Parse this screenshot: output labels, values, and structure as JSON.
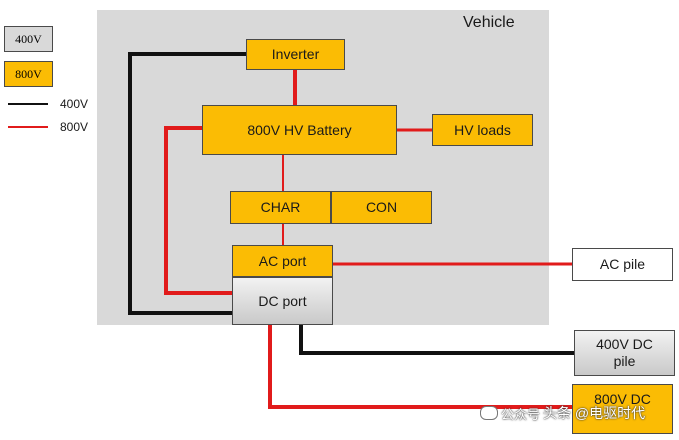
{
  "legend": {
    "box_400v": "400V",
    "box_800v": "800V",
    "line_400v": "400V",
    "line_800v": "800V"
  },
  "vehicle": {
    "label": "Vehicle"
  },
  "blocks": {
    "inverter": "Inverter",
    "battery": "800V HV Battery",
    "hv_loads": "HV loads",
    "char": "CHAR",
    "con": "CON",
    "ac_port": "AC port",
    "dc_port": "DC port"
  },
  "external": {
    "ac_pile": "AC pile",
    "dc_pile_400": "400V DC pile",
    "dc_pile_800": "800V DC"
  },
  "watermark": {
    "text1": "公众号",
    "text2": "头条 @电驱时代"
  },
  "colors": {
    "orange": "#fbbc04",
    "grey_box": "#d9d9d9",
    "vehicle_bg": "#d9d9d9",
    "line_400v": "#111111",
    "line_800v": "#e11b1b"
  }
}
